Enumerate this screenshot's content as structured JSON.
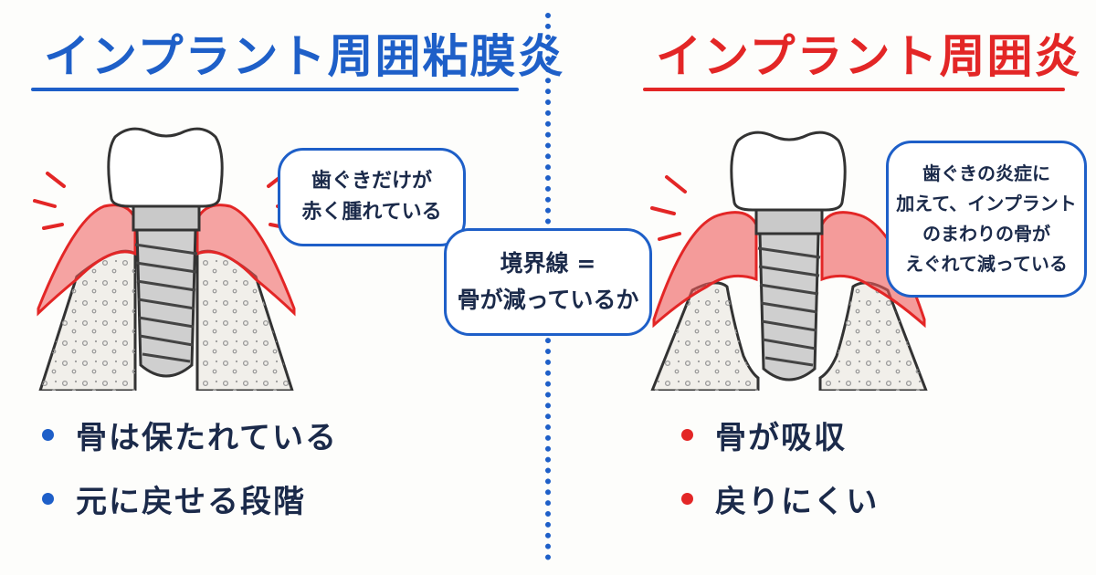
{
  "left": {
    "title": "インプラント周囲粘膜炎",
    "bubble": [
      "歯ぐきだけが",
      "赤く腫れている"
    ],
    "bullets": [
      "骨は保たれている",
      "元に戻せる段階"
    ]
  },
  "center": {
    "bubble": [
      "境界線 =",
      "骨が減っているか"
    ]
  },
  "right": {
    "title": "インプラント周囲炎",
    "bubble": [
      "歯ぐきの炎症に",
      "加えて、インプラント",
      "のまわりの骨が",
      "えぐれて減っている"
    ],
    "bullets": [
      "骨が吸収",
      "戻りにくい"
    ]
  },
  "colors": {
    "left_accent": "#1e5fc8",
    "right_accent": "#e32626",
    "gum_red": "#ef5a5a",
    "text_dark": "#1b2a4a"
  }
}
